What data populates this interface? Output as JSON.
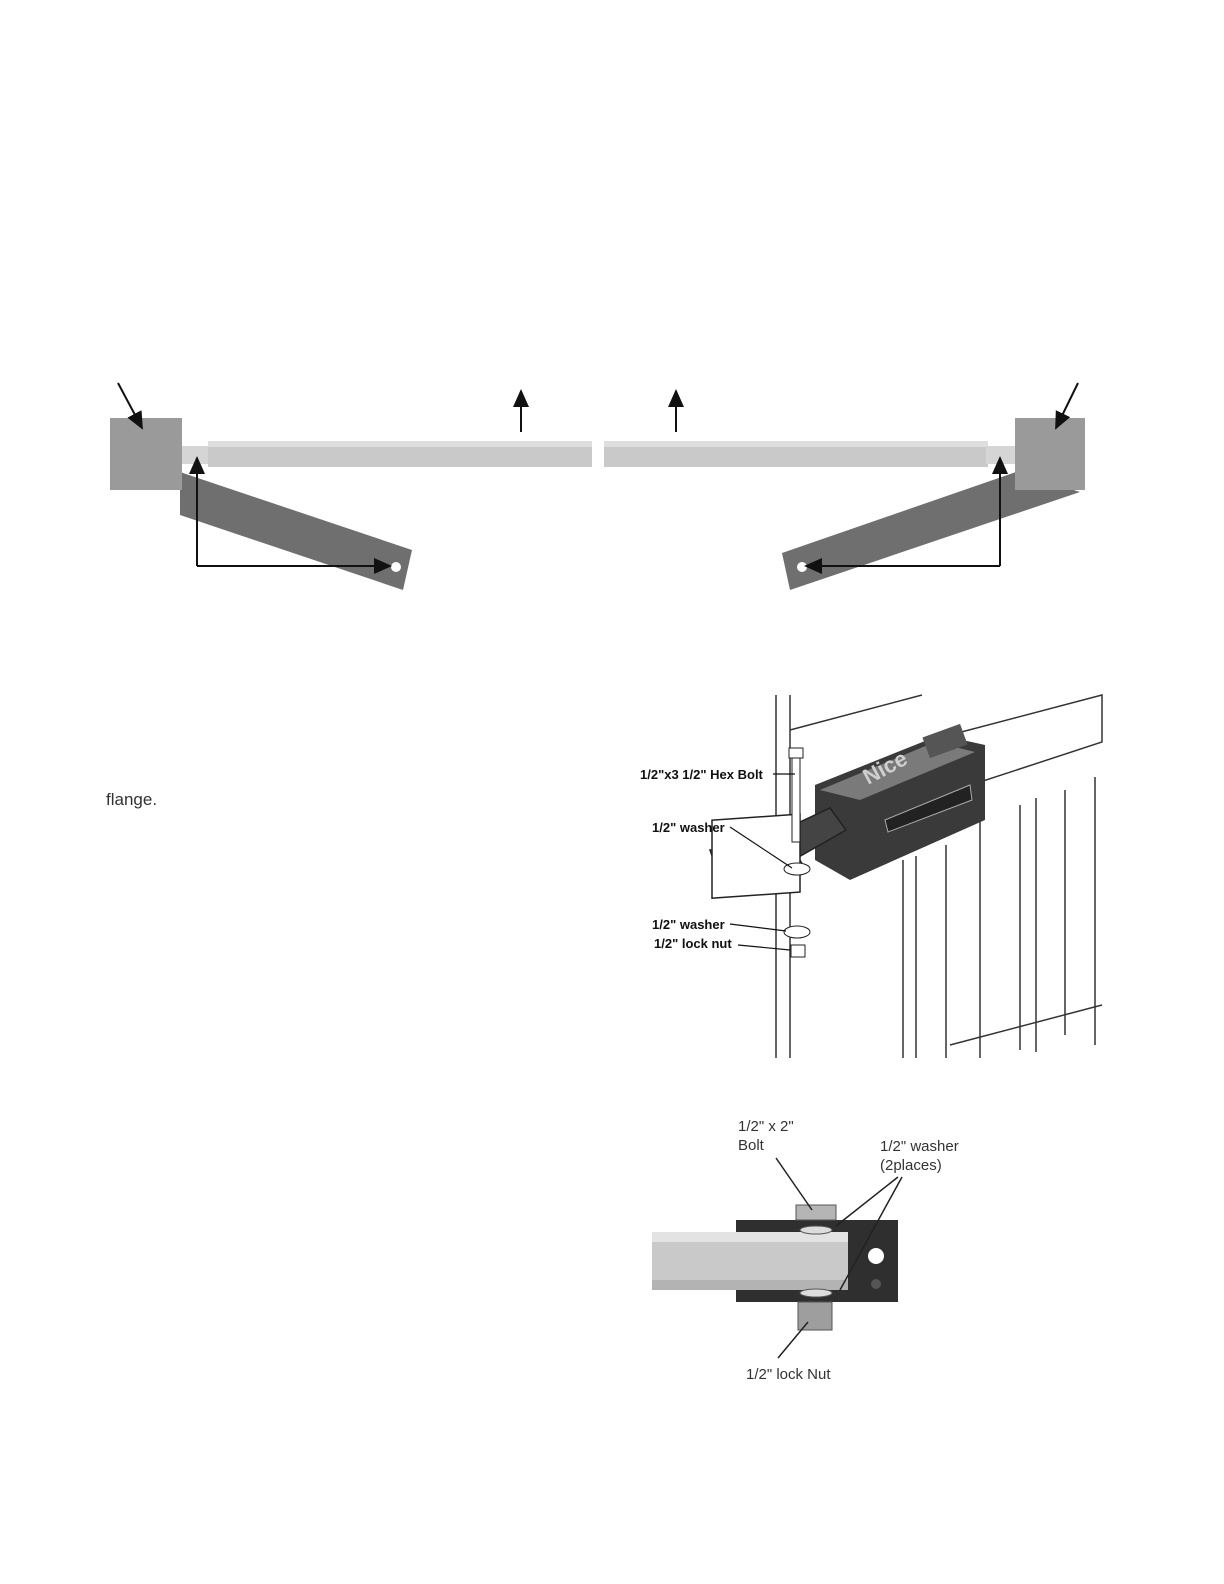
{
  "body": {
    "word": "flange."
  },
  "fig1": {
    "bolt_label": "1/2\"x3 1/2\" Hex Bolt",
    "washer_top_label": "1/2\" washer",
    "washer_bottom_label": "1/2\" washer",
    "locknut_label": "1/2\" lock nut",
    "brand_text": "Nice"
  },
  "fig2": {
    "bolt_line1": "1/2\" x 2\"",
    "bolt_line2": "Bolt",
    "washer_line1": "1/2\" washer",
    "washer_line2": "(2places)",
    "locknut_label": "1/2\" lock Nut"
  },
  "colors": {
    "post_fill": "#9a9a9a",
    "arm_fill": "#6f6f6f",
    "rail_fill": "#c9c9c9",
    "line": "#111111"
  }
}
